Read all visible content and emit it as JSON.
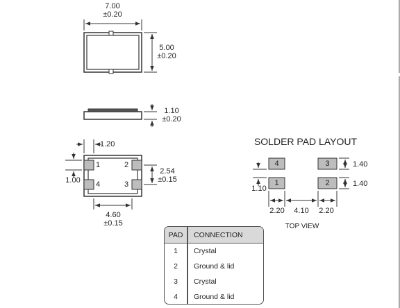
{
  "dimensions": {
    "top_width": "7.00",
    "top_width_tol": "±0.20",
    "top_height": "5.00",
    "top_height_tol": "±0.20",
    "side_height": "1.10",
    "side_height_tol": "±0.20",
    "pad_offset": "1.20",
    "pad_pitch": "2.54",
    "pad_pitch_tol": "±0.15",
    "pad_size": "1.00",
    "pad_span": "4.60",
    "pad_span_tol": "±0.15"
  },
  "bottom_view_pins": [
    "1",
    "2",
    "4",
    "3"
  ],
  "solder_layout": {
    "title": "SOLDER PAD LAYOUT",
    "pads": [
      "4",
      "3",
      "1",
      "2"
    ],
    "pad_height_top": "1.40",
    "pad_height_bottom": "1.40",
    "pad_gap": "1.10",
    "width_left": "2.20",
    "width_middle": "4.10",
    "width_right": "2.20",
    "view_label": "TOP VIEW"
  },
  "pad_table": {
    "headers": [
      "PAD",
      "CONNECTION"
    ],
    "rows": [
      {
        "pad": "1",
        "connection": "Crystal"
      },
      {
        "pad": "2",
        "connection": "Ground & lid"
      },
      {
        "pad": "3",
        "connection": "Crystal"
      },
      {
        "pad": "4",
        "connection": "Ground & lid"
      }
    ]
  },
  "colors": {
    "line": "#333333",
    "pad_fill": "#bdbdbd",
    "table_header": "#d9d9d9"
  }
}
